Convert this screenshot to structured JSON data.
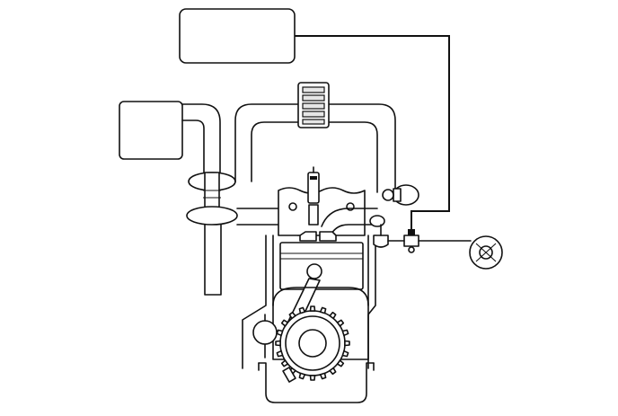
{
  "diagram": {
    "type": "engine-schematic",
    "labels": [],
    "colors": {
      "line": "#111111",
      "background": "#ffffff",
      "fill": "#ffffff",
      "accent_fill": "#e6e6e6"
    },
    "components": [
      "control-unit-box",
      "air-filter-box",
      "intake-pipe",
      "throttle-body",
      "egr-pipe",
      "intercooler-grille",
      "cylinder-head",
      "fuel-injector",
      "intake-valve",
      "exhaust-valve",
      "piston",
      "connecting-rod",
      "crankcase",
      "crankshaft-gear",
      "oil-pump",
      "oil-sump",
      "drain-plug",
      "lambda-sensor",
      "egr-valve",
      "canister-valve",
      "pressure-sensor",
      "flywheel-sensor"
    ]
  }
}
